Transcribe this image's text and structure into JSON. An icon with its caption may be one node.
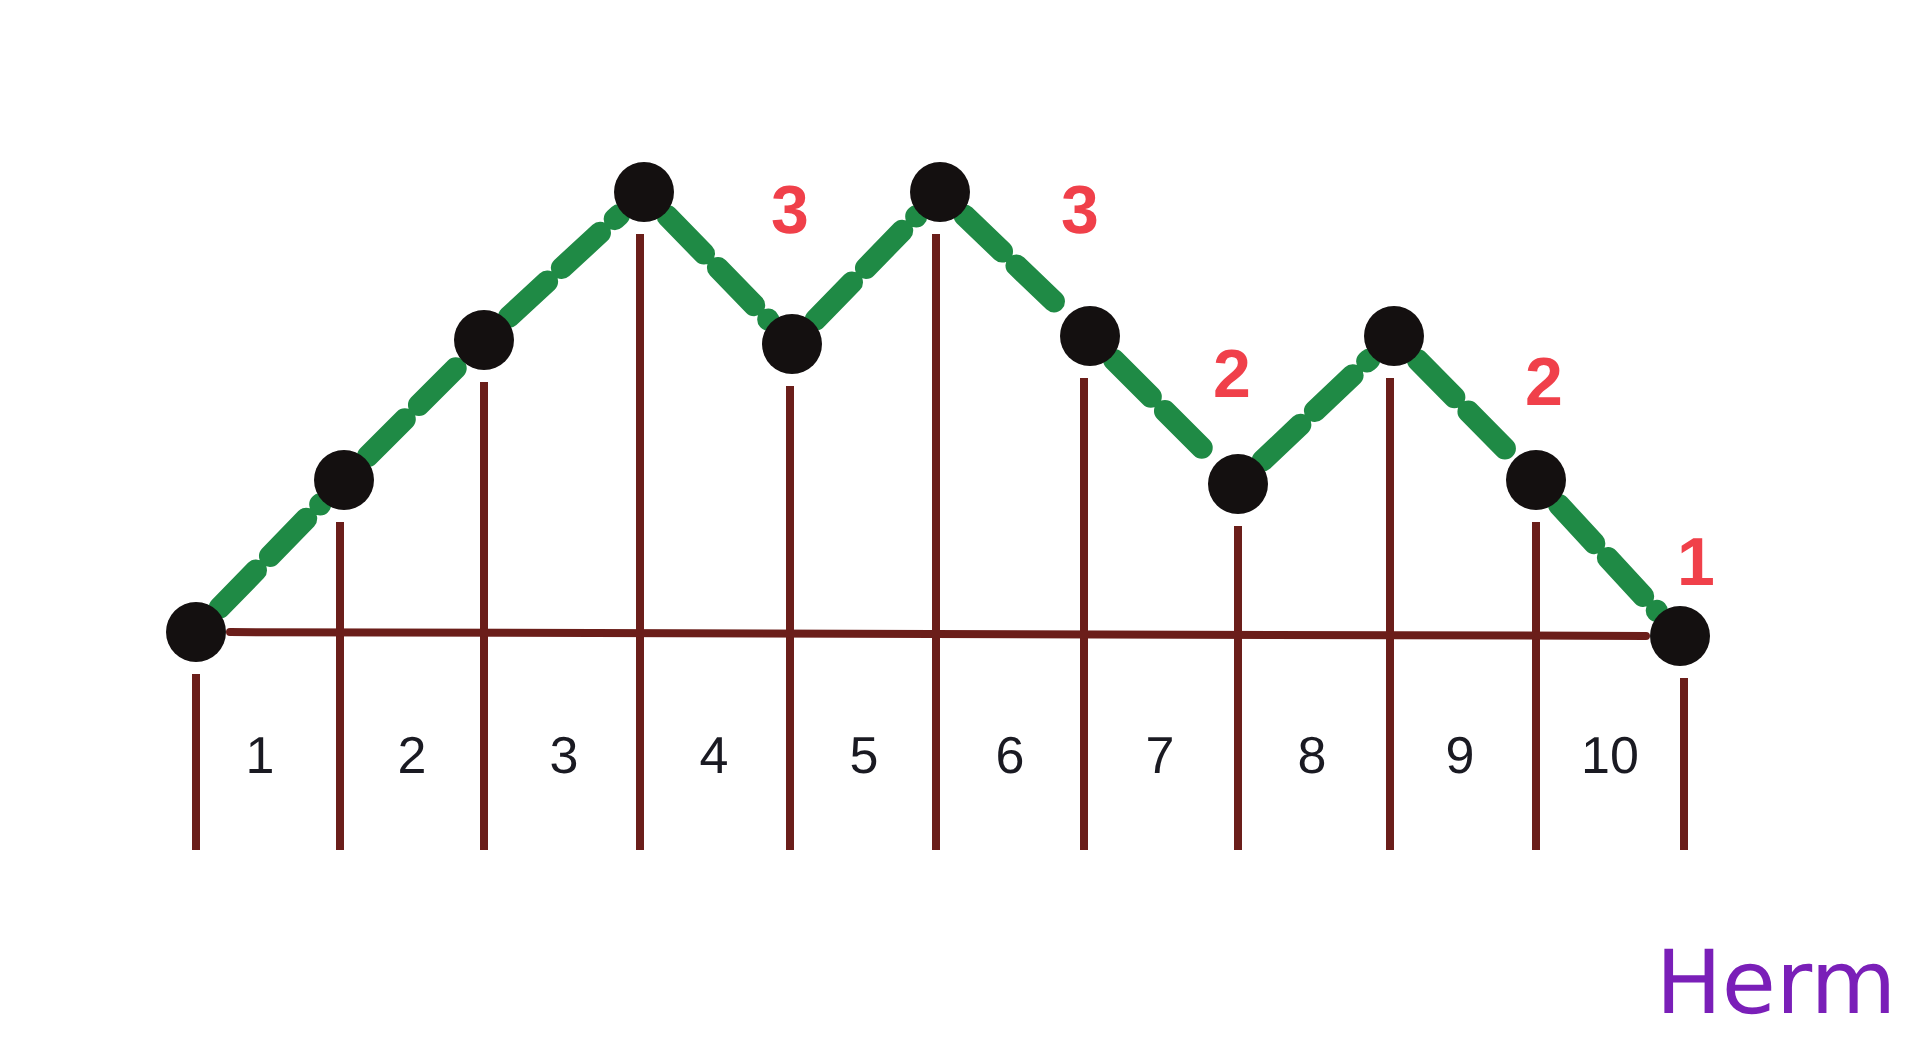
{
  "diagram": {
    "nodes": [
      {
        "text": [],
        "shape": "circle"
      },
      {
        "text": [],
        "shape": "circle"
      },
      {
        "text": [],
        "shape": "circle"
      },
      {
        "text": [],
        "shape": "circle"
      },
      {
        "text": [],
        "shape": "circle"
      },
      {
        "text": [],
        "shape": "circle"
      },
      {
        "text": [],
        "shape": "circle"
      },
      {
        "text": [],
        "shape": "circle"
      },
      {
        "text": [],
        "shape": "circle"
      },
      {
        "text": [],
        "shape": "circle"
      },
      {
        "text": [],
        "shape": "circle"
      }
    ],
    "edges": [
      {
        "from": 0,
        "to": 1,
        "arrow": "none",
        "style": "dashed"
      },
      {
        "from": 1,
        "to": 2,
        "arrow": "none",
        "style": "dashed"
      },
      {
        "from": 2,
        "to": 3,
        "arrow": "none",
        "style": "dashed"
      },
      {
        "from": 3,
        "to": 4,
        "arrow": "none",
        "style": "dashed"
      },
      {
        "from": 4,
        "to": 5,
        "arrow": "none",
        "style": "dashed"
      },
      {
        "from": 5,
        "to": 6,
        "arrow": "none",
        "style": "dashed"
      },
      {
        "from": 6,
        "to": 7,
        "arrow": "none",
        "style": "dashed"
      },
      {
        "from": 7,
        "to": 8,
        "arrow": "none",
        "style": "dashed"
      },
      {
        "from": 8,
        "to": 9,
        "arrow": "none",
        "style": "dashed"
      },
      {
        "from": 9,
        "to": 10,
        "arrow": "none",
        "style": "dashed"
      },
      {
        "from": 0,
        "to": 10,
        "arrow": "none",
        "color": "#6b1e1a"
      }
    ],
    "labels": [
      "3",
      "3",
      "2",
      "2",
      "1",
      "1",
      "2",
      "3",
      "4",
      "5",
      "6",
      "7",
      "8",
      "9",
      "10",
      "Herm"
    ]
  }
}
